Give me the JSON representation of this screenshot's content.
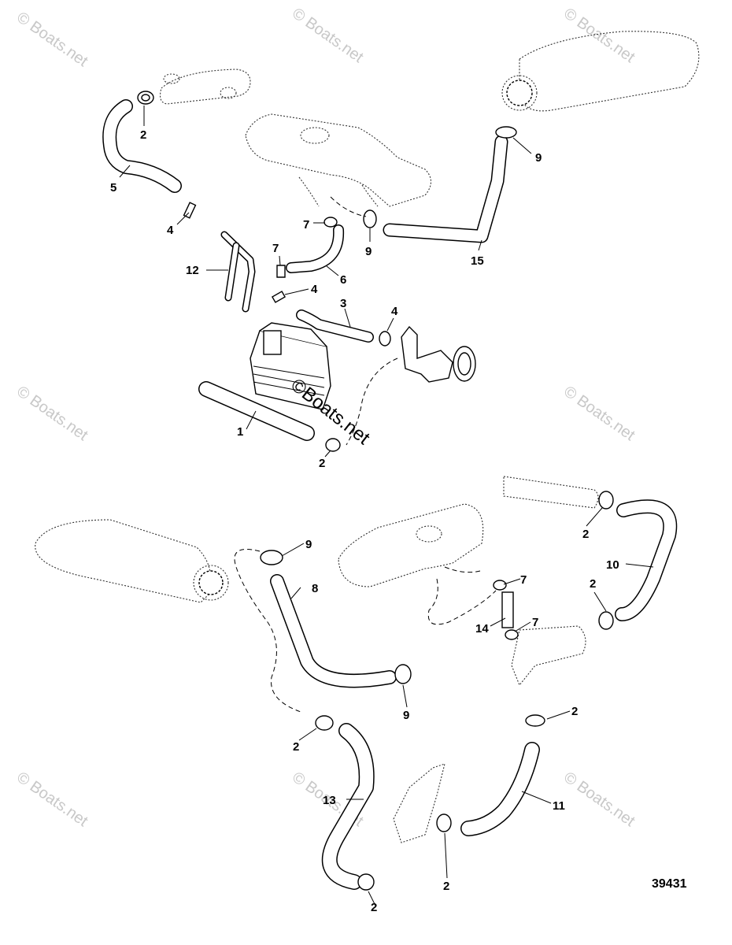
{
  "watermark": "© Boats.net",
  "center_watermark": "©Boats.net",
  "diagram_number": "39431",
  "callouts": {
    "c1": "1",
    "c2": "2",
    "c3": "3",
    "c4": "4",
    "c5": "5",
    "c6": "6",
    "c7": "7",
    "c8": "8",
    "c9": "9",
    "c10": "10",
    "c11": "11",
    "c12": "12",
    "c13": "13",
    "c14": "14",
    "c15": "15"
  }
}
